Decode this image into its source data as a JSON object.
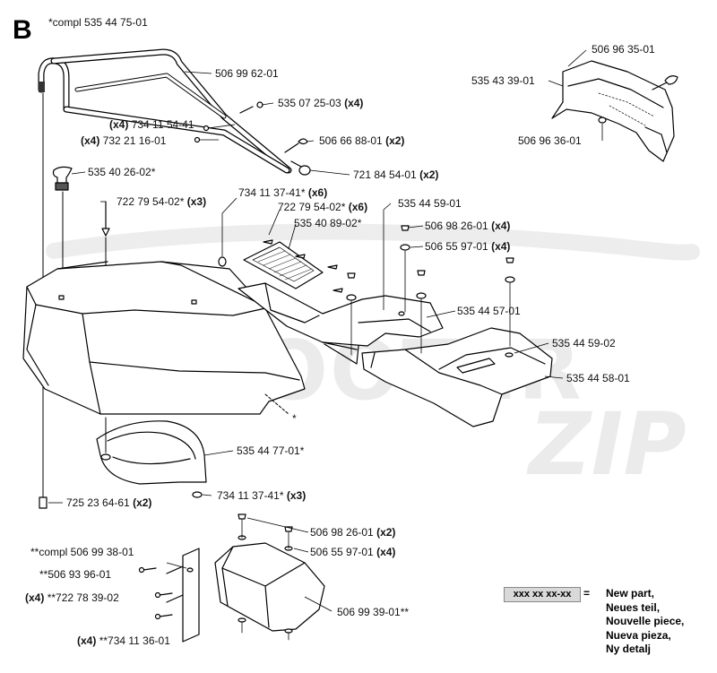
{
  "section": "B",
  "watermark": {
    "word1": "SCOOTER",
    "word2": "ZIP"
  },
  "labels": {
    "compl_top": "*compl 535 44 75-01",
    "p1": "506 99 62-01",
    "p2": "535 07 25-03",
    "p2q": "(x4)",
    "p3q": "(x4)",
    "p3": "734 11 54-41",
    "p4q": "(x4)",
    "p4": "732 21 16-01",
    "p5": "506 66 88-01",
    "p5q": "(x2)",
    "p6": "721 84 54-01",
    "p6q": "(x2)",
    "p7": "535 40 26-02*",
    "p8": "734 11 37-41*",
    "p8q": "(x6)",
    "p9": "722 79 54-02*",
    "p9q": "(x3)",
    "p10": "722 79 54-02*",
    "p10q": "(x6)",
    "p11": "535 40 89-02*",
    "p12": "535 44 59-01",
    "p13": "506 98 26-01",
    "p13q": "(x4)",
    "p14": "506 55 97-01",
    "p14q": "(x4)",
    "p15": "535 44 57-01",
    "p16": "535 44 59-02",
    "p17": "535 44 58-01",
    "star": "*",
    "p18": "535 44 77-01*",
    "p19": "734 11 37-41*",
    "p19q": "(x3)",
    "p20": "725 23 64-61",
    "p20q": "(x2)",
    "p21": "506 96 35-01",
    "p22": "535 43 39-01",
    "p23": "506 96 36-01",
    "p24": "506 98 26-01",
    "p24q": "(x2)",
    "p25": "506 55 97-01",
    "p25q": "(x4)",
    "compl_bottom": "**compl 506 99 38-01",
    "p26": "**506 93 96-01",
    "p27q": "(x4)",
    "p27": "**722 78 39-02",
    "p28": "506 99 39-01**",
    "p29q": "(x4)",
    "p29": "**734 11 36-01"
  },
  "legend": {
    "code": "xxx xx xx-xx",
    "equals": "=",
    "lines": [
      "New part,",
      "Neues teil,",
      "Nouvelle piece,",
      "Nueva pieza,",
      "Ny detalj"
    ]
  }
}
